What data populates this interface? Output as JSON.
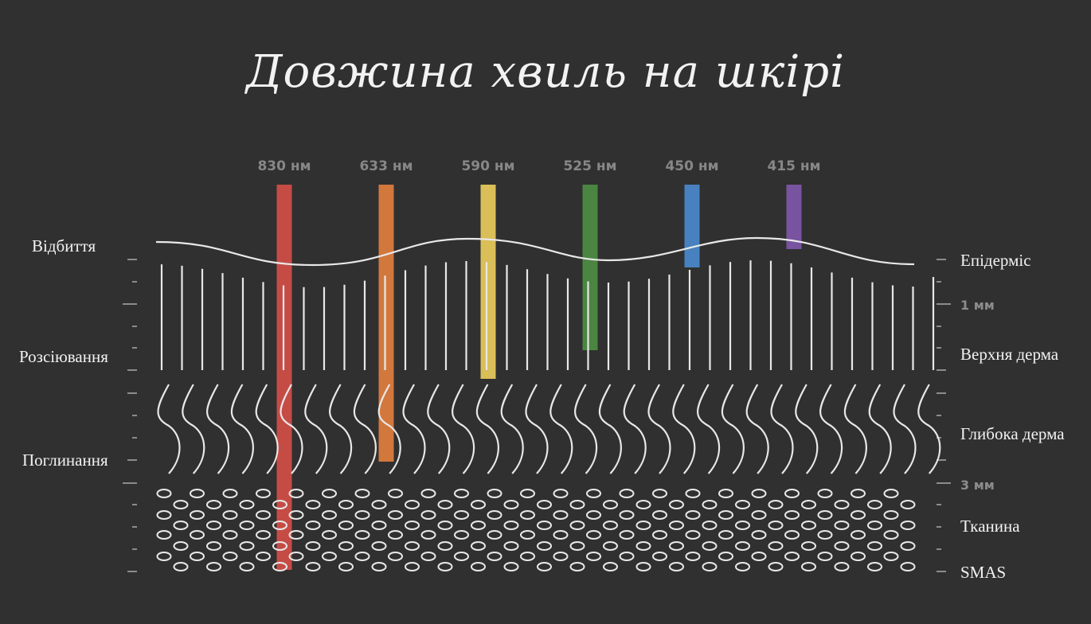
{
  "title": "Довжина хвиль на шкірі",
  "wavelengths": [
    {
      "label": "830 нм",
      "color": "#cd4e47",
      "depth": "SMAS"
    },
    {
      "label": "633 нм",
      "color": "#db7c3e",
      "depth": "Глибока дерма"
    },
    {
      "label": "590 нм",
      "color": "#e4c65a",
      "depth": "Верхня дерма"
    },
    {
      "label": "525 нм",
      "color": "#4d8a43",
      "depth": "Верхня дерма"
    },
    {
      "label": "450 нм",
      "color": "#4a86c8",
      "depth": "Епідерміс"
    },
    {
      "label": "415 нм",
      "color": "#7c55a6",
      "depth": "Епідерміс"
    }
  ],
  "left_labels": {
    "reflection": "Відбиття",
    "scattering": "Розсіювання",
    "absorption": "Поглинання"
  },
  "right_labels": {
    "epidermis": "Епідерміс",
    "depth_1mm": "1 мм",
    "upper_dermis": "Верхня дерма",
    "deep_dermis": "Глибока дерма",
    "depth_3mm": "3 мм",
    "tissue": "Тканина",
    "smas": "SMAS"
  },
  "colors": {
    "background": "#303030",
    "lines": "#e8e8e8",
    "ticks": "#8c8c8c"
  }
}
